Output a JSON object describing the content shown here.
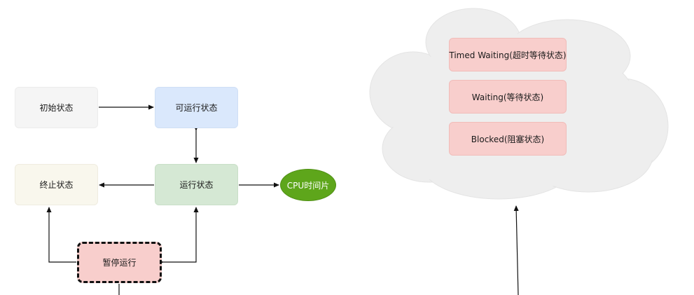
{
  "nodes": {
    "init": "初始状态",
    "runnable": "可运行状态",
    "terminated": "终止状态",
    "running": "运行状态",
    "cpu": "CPU时间片",
    "paused": "暂停运行"
  },
  "cloud": {
    "items": [
      "Timed Waiting(超时等待状态)",
      "Waiting(等待状态)",
      "Blocked(阻塞状态)"
    ]
  },
  "colors": {
    "init_fill": "#f5f5f5",
    "runnable_fill": "#dae8fc",
    "terminated_fill": "#f9f7ed",
    "running_fill": "#d5e8d4",
    "paused_fill": "#f8cecc",
    "cpu_fill": "#5ea61b",
    "cloud_fill": "#eeeeee",
    "cloud_item_fill": "#f8cecc",
    "edge": "#111111"
  }
}
